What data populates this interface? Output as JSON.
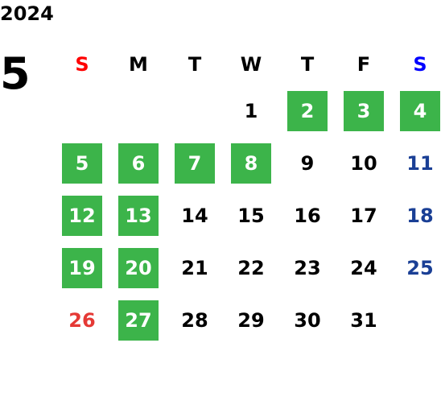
{
  "year": "2024",
  "month": "5",
  "colors": {
    "highlight": "#3cb44a",
    "sunday": "#e53935",
    "saturday": "#1a3f95",
    "weekday_header_sunday": "#ff0000",
    "weekday_header_saturday": "#0000ff",
    "text": "#000000"
  },
  "weekdays": [
    {
      "label": "S",
      "kind": "sunday"
    },
    {
      "label": "M",
      "kind": "weekday"
    },
    {
      "label": "T",
      "kind": "weekday"
    },
    {
      "label": "W",
      "kind": "weekday"
    },
    {
      "label": "T",
      "kind": "weekday"
    },
    {
      "label": "F",
      "kind": "weekday"
    },
    {
      "label": "S",
      "kind": "saturday"
    }
  ],
  "days": [
    {
      "day": "",
      "empty": true
    },
    {
      "day": "",
      "empty": true
    },
    {
      "day": "",
      "empty": true
    },
    {
      "day": "1",
      "highlight": false
    },
    {
      "day": "2",
      "highlight": true
    },
    {
      "day": "3",
      "highlight": true
    },
    {
      "day": "4",
      "highlight": true
    },
    {
      "day": "5",
      "highlight": true
    },
    {
      "day": "6",
      "highlight": true
    },
    {
      "day": "7",
      "highlight": true
    },
    {
      "day": "8",
      "highlight": true
    },
    {
      "day": "9",
      "highlight": false
    },
    {
      "day": "10",
      "highlight": false
    },
    {
      "day": "11",
      "highlight": false
    },
    {
      "day": "12",
      "highlight": true
    },
    {
      "day": "13",
      "highlight": true
    },
    {
      "day": "14",
      "highlight": false
    },
    {
      "day": "15",
      "highlight": false
    },
    {
      "day": "16",
      "highlight": false
    },
    {
      "day": "17",
      "highlight": false
    },
    {
      "day": "18",
      "highlight": false
    },
    {
      "day": "19",
      "highlight": true
    },
    {
      "day": "20",
      "highlight": true
    },
    {
      "day": "21",
      "highlight": false
    },
    {
      "day": "22",
      "highlight": false
    },
    {
      "day": "23",
      "highlight": false
    },
    {
      "day": "24",
      "highlight": false
    },
    {
      "day": "25",
      "highlight": false
    },
    {
      "day": "26",
      "highlight": false
    },
    {
      "day": "27",
      "highlight": true
    },
    {
      "day": "28",
      "highlight": false
    },
    {
      "day": "29",
      "highlight": false
    },
    {
      "day": "30",
      "highlight": false
    },
    {
      "day": "31",
      "highlight": false
    },
    {
      "day": "",
      "empty": true
    }
  ]
}
